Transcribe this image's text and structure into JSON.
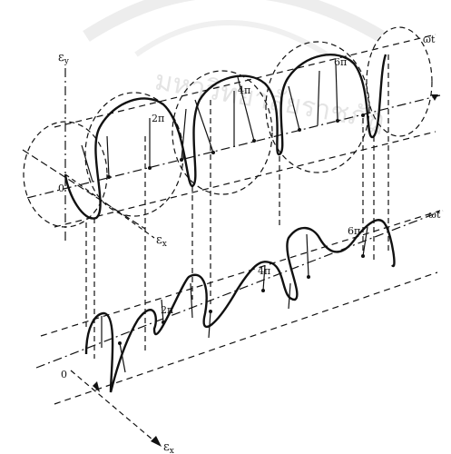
{
  "watermark": {
    "text": "มหาวิทยาลัยราชภัฏ",
    "seal_ring_color": "#dcdcdc"
  },
  "axes": {
    "ey": "ε",
    "ey_sub": "y",
    "ex_upper": "ε",
    "ex_upper_sub": "x",
    "ex_lower": "ε",
    "ex_lower_sub": "x",
    "wt_upper": "ωt",
    "wt_lower": "ωt"
  },
  "ticks_upper": [
    "0",
    "2π",
    "4π",
    "6π"
  ],
  "ticks_lower": [
    "0",
    "2π",
    "4π",
    "6π"
  ],
  "colors": {
    "ink": "#111111"
  }
}
